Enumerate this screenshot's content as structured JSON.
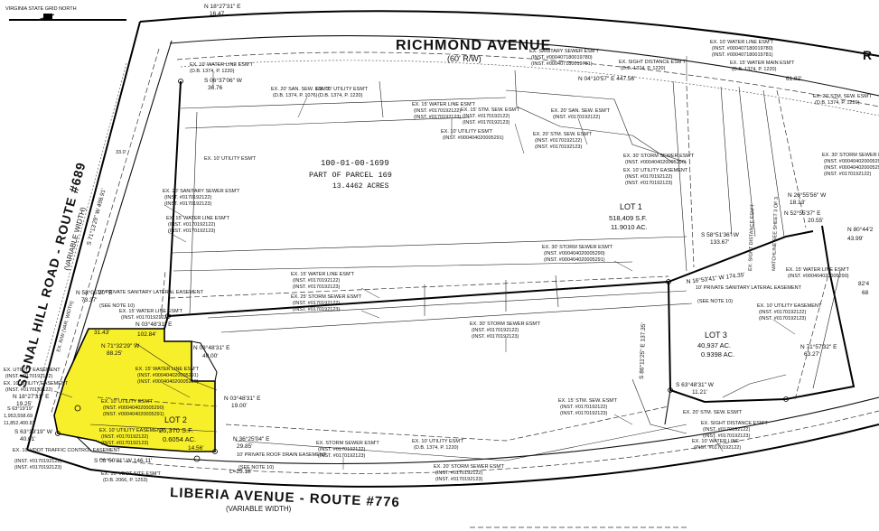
{
  "map": {
    "north_label": "VIRGINIA STATE GRID NORTH",
    "roads": {
      "richmond": "RICHMOND AVENUE",
      "richmond_row": "(60' R/W)",
      "richmond_cut": "R",
      "signal_hill": "SIGNAL HILL ROAD - ROUTE #689",
      "signal_hill_width": "(VARIABLE WIDTH)",
      "liberia": "LIBERIA AVENUE - ROUTE #776",
      "liberia_width": "(VARIABLE WIDTH)"
    },
    "parcel": {
      "id": "100-01-00-1699",
      "part": "PART OF PARCEL 169",
      "acres": "13.4462 ACRES"
    },
    "lots": [
      {
        "name": "LOT 1",
        "sf": "518,409 S.F.",
        "ac": "11.9010 AC.",
        "highlighted": false
      },
      {
        "name": "LOT 2",
        "sf": "26,370 S.F.",
        "ac": "0.6054 AC.",
        "highlighted": true
      },
      {
        "name": "LOT 3",
        "sf": "40,937 AC.",
        "ac": "0.9398 AC.",
        "highlighted": false
      }
    ],
    "colors": {
      "lot2_fill": "#f7ef2a",
      "line": "#111111",
      "paper": "#ffffff"
    },
    "bearings": {
      "b1": "N 18°27'31\" E",
      "b1d": "16.47",
      "b2": "S 06°37'06\" W",
      "b2d": "36.76",
      "b3": "N 04°10'57\" E  447.56'",
      "b4": "61.82'",
      "b5": "N 26°55'56\" W",
      "b5d": "18.13'",
      "b6": "N 52°55'37\" E",
      "b6d": "20.55'",
      "b7": "S 58°51'36\" W",
      "b7d": "133.67'",
      "b8": "N 80°44'2",
      "b8d": "43.99'",
      "b9": "N 16°53'41\" W  174.35'",
      "b10": "N 71°57'32\" E",
      "b10d": "63.27'",
      "b11": "S 63°48'31\" W",
      "b11d": "11.21'",
      "b12": "N 03°48'31\" E",
      "b13": "N 71°32'29\" W",
      "b13d": "88.25'",
      "b14": "102.84'",
      "b15": "N 03°48'31\" E",
      "b15d": "40.00'",
      "b16": "N 03°48'31\" E",
      "b16d": "19.00'",
      "b17": "N 18°27'31\" E",
      "b17d": "19.25'",
      "b18": "S 63°19'19\" W",
      "b18d": "40.01'",
      "b19": "S 08°50'31\" W  146.11'",
      "b20": "N 36°25'04\" E",
      "b20d": "29.85'",
      "b21": "L=25.18'",
      "b22": "14.56'",
      "b23": "N 58°05'20\" E",
      "b23d": "73.37'",
      "b24": "S 86°11'25\" E  137.35'",
      "b25": "S 71°13'29\" W  498.91'",
      "b26": "31.43'",
      "b27": "82'4",
      "b27d": "68"
    },
    "easements": {
      "e1": "EX. 10' WATER LINE ESM'T",
      "e2": "EX. SIGHT DISTANCE ESM'T",
      "e3": "EX. 20' SAN. SEW. ESM'T",
      "e4": "EX. 10' UTILITY ESM'T",
      "e5": "EX. 15' WATER LINE ESM'T",
      "e6": "EX. SANITARY SEWER ESM'T",
      "e7": "EX. SIGHT DISTANCE ESM'T",
      "e8": "EX. 15' WATER MAIN ESM'T",
      "e9": "EX. 20' STM. SEW. ESM'T",
      "e10": "EX. 15' STM. SEW. ESM'T",
      "e11": "EX. 20' SAN. SEW. ESM'T",
      "e12": "EX. 10' UTILITY EASEMENT",
      "e13": "EX. 30' STORM SEWER ESM'T",
      "e14": "EX. 20' SANITARY SEWER ESM'T",
      "e15": "EX. 15' WATER LINE ESM'T",
      "e16": "EX. 30' STORM SEWER ESM'T",
      "e17": "EX. 15' WATER LINE ESM'T",
      "e18": "EX. 25' STORM SEWER ESM'T",
      "e19": "10' PRIVATE SANITARY LATERAL EASEMENT",
      "e19n": "(SEE NOTE 10)",
      "e20": "10' PRIVATE SANITARY LATERAL EASEMENT",
      "e20n": "(SEE NOTE 10)",
      "e21": "EX. 15' WATER LINE ESM'T",
      "e22": "EX. 30' STORM SEWER ESM'T",
      "e23": "EX. 15' WATER LINE ESM'T",
      "e24": "EX. 10' UTILITY EASEMENT",
      "e25": "EX. 10' UTILITY ESM'T",
      "e26": "EX. UTILITY EASEMENT",
      "e27": "EX. 10' UTILITY EASEMENT",
      "e28": "EX. 10' VDOT TRAFFIC CONTROL EASEMENT",
      "e29": "EX. 15' STM. SEW. ESM'T",
      "e30": "EX. SIGHT DISTANCE ESM'T",
      "e31": "10' PRIVATE ROOF DRAIN EASEMENT",
      "e31n": "(SEE NOTE 10)",
      "e32": "EX. STORM SEWER ESM'T",
      "e33": "EX. 10' UTILITY ESM'T",
      "e34": "EX. 10' UTILITY EASEMENT",
      "e35": "EX. 10' VDOT SITE ESM'T",
      "e36": "EX. 20' STORM SEWER ESM'T",
      "e37": "EX. 10' WATER LINE",
      "e38": "EX. 20' STM. SEW. ESM'T",
      "matchline": "MATCHLINE SEE SHEET 3 OF 3"
    },
    "instruments": {
      "i1": "(D.B. 1374, P. 1220)",
      "i2": "(INST. #000407180019780)",
      "i3": "(INST. #000407180019781)",
      "i4": "(D.B. 1374, P. 1076)",
      "i5": "(INST. #0170192122)",
      "i6": "(INST. #0170192123)",
      "i7": "(INST. #000404020005290)",
      "i8": "(INST. #000404020005291)",
      "i9": "(D.B. 1374, P. 1220)",
      "i10": "(D.B. 2066, P. 1253)"
    },
    "misc": {
      "ex_row": "EX. R/W (VAR. WIDTH)",
      "line_33": "33.0'",
      "corner_a": "S 63°19'19\"",
      "corner_b": "1,953,558.69",
      "corner_c": "11,852,400.81"
    }
  }
}
